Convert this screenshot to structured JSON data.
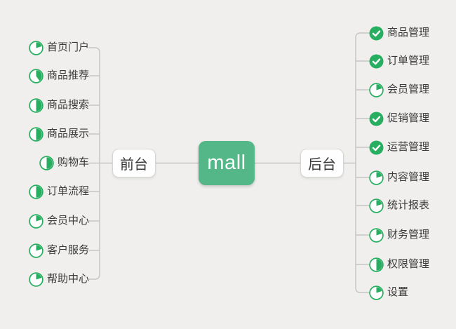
{
  "root": {
    "label": "mall"
  },
  "branches": [
    {
      "label": "前台",
      "side": "left",
      "items": [
        {
          "label": "首页门户",
          "icon": "progress",
          "progress": 0.2
        },
        {
          "label": "商品推荐",
          "icon": "progress",
          "progress": 0.4
        },
        {
          "label": "商品搜索",
          "icon": "progress",
          "progress": 0.5
        },
        {
          "label": "商品展示",
          "icon": "progress",
          "progress": 0.5
        },
        {
          "label": "购物车",
          "icon": "progress",
          "progress": 0.5
        },
        {
          "label": "订单流程",
          "icon": "progress",
          "progress": 0.5
        },
        {
          "label": "会员中心",
          "icon": "progress",
          "progress": 0.2
        },
        {
          "label": "客户服务",
          "icon": "progress",
          "progress": 0.2
        },
        {
          "label": "帮助中心",
          "icon": "progress",
          "progress": 0.2
        }
      ]
    },
    {
      "label": "后台",
      "side": "right",
      "items": [
        {
          "label": "商品管理",
          "icon": "check"
        },
        {
          "label": "订单管理",
          "icon": "check"
        },
        {
          "label": "会员管理",
          "icon": "progress",
          "progress": 0.2
        },
        {
          "label": "促销管理",
          "icon": "check"
        },
        {
          "label": "运营管理",
          "icon": "check"
        },
        {
          "label": "内容管理",
          "icon": "progress",
          "progress": 0.2
        },
        {
          "label": "统计报表",
          "icon": "progress",
          "progress": 0.2
        },
        {
          "label": "财务管理",
          "icon": "progress",
          "progress": 0.2
        },
        {
          "label": "权限管理",
          "icon": "progress",
          "progress": 0.5
        },
        {
          "label": "设置",
          "icon": "progress",
          "progress": 0.2
        }
      ]
    }
  ],
  "colors": {
    "background": "#f0efed",
    "connector": "#c7c6c3",
    "node_green": "#53b788",
    "icon_green": "#27ae60",
    "text": "#3a3a3a",
    "node_border": "#d6d5d2"
  }
}
